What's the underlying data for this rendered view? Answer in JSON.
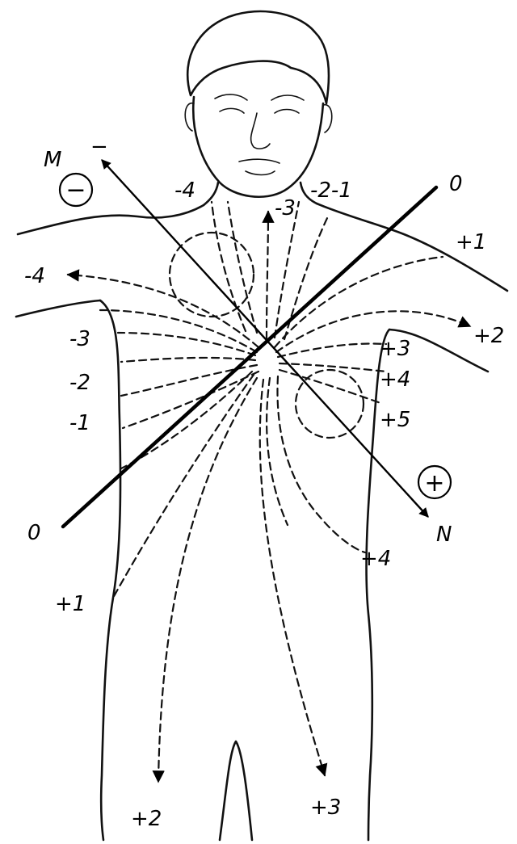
{
  "axes": {
    "lead_axis": {
      "start_label": "M",
      "start_sign": "−",
      "end_label": "N",
      "minus_symbol": "−",
      "plus_symbol": "+"
    },
    "zero_line": {
      "start_label": "0",
      "end_label": "0"
    }
  },
  "potential_labels": {
    "neck_left": "-4",
    "neck_center": "-3",
    "neck_right": "-2-1",
    "shoulder_right": "+1",
    "arm_left": "-4",
    "left_1": "-3",
    "left_2": "-2",
    "left_3": "-1",
    "right_arm": "+2",
    "right_1": "+3",
    "right_2": "+4",
    "right_3": "+5",
    "right_lower": "+4",
    "left_lower": "+1",
    "bottom_left": "+2",
    "bottom_right": "+3"
  }
}
